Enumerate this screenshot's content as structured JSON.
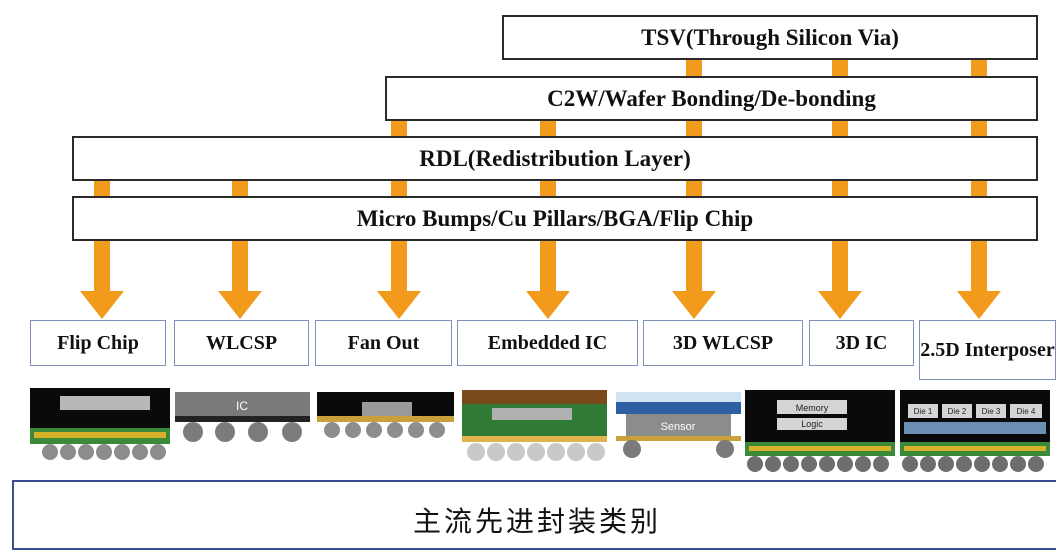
{
  "layers": {
    "tsv": "TSV(Through Silicon Via)",
    "c2w": "C2W/Wafer Bonding/De-bonding",
    "rdl": "RDL(Redistribution Layer)",
    "bumps": "Micro Bumps/Cu Pillars/BGA/Flip Chip"
  },
  "packages": {
    "flip_chip": "Flip Chip",
    "wlcsp": "WLCSP",
    "fan_out": "Fan Out",
    "embedded_ic": "Embedded IC",
    "3d_wlcsp": "3D WLCSP",
    "3d_ic": "3D IC",
    "interposer": "2.5D Interposer"
  },
  "thumbs": {
    "ic_label": "IC",
    "sensor_label": "Sensor",
    "memory_label": "Memory",
    "logic_label": "Logic",
    "die1": "Die 1",
    "die2": "Die 2",
    "die3": "Die 3",
    "die4": "Die 4"
  },
  "footer": {
    "title": "主流先进封装类别"
  },
  "colors": {
    "arrow": "#f29a1c",
    "box_border": "#7e8fb8",
    "footer_border": "#3b4e8f"
  }
}
